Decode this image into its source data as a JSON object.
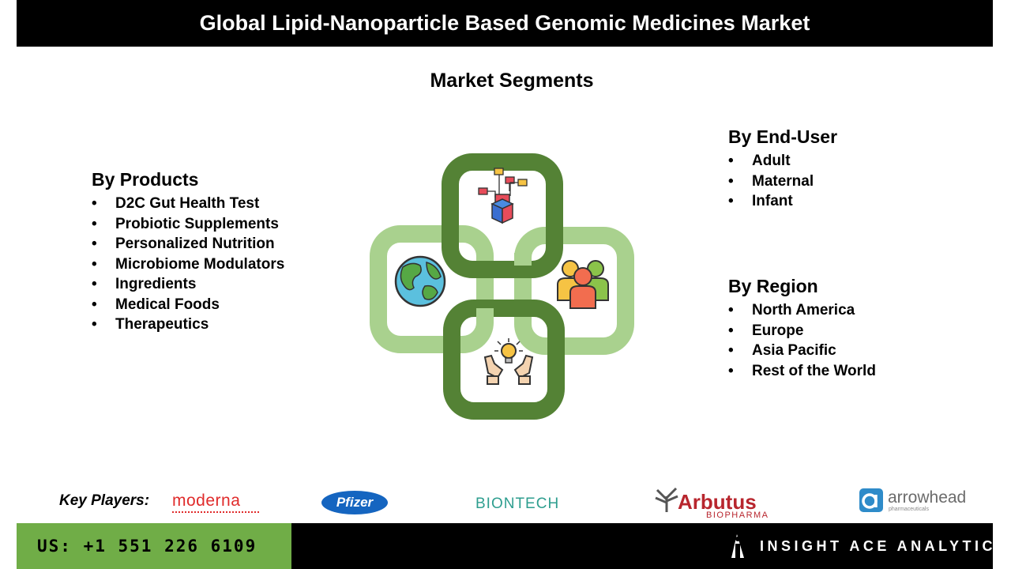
{
  "title": "Global Lipid-Nanoparticle Based Genomic Medicines Market",
  "segments_heading": "Market Segments",
  "segments": {
    "products": {
      "heading": "By Products",
      "items": [
        "D2C Gut Health Test",
        "Probiotic Supplements",
        "Personalized Nutrition",
        "Microbiome Modulators",
        "Ingredients",
        "Medical Foods",
        "Therapeutics"
      ]
    },
    "end_user": {
      "heading": "By End-User",
      "items": [
        "Adult",
        "Maternal",
        "Infant"
      ]
    },
    "region": {
      "heading": "By Region",
      "items": [
        "North America",
        "Europe",
        "Asia Pacific",
        "Rest of the World"
      ]
    }
  },
  "diagram": {
    "icons": [
      "cube-network-icon",
      "globe-icon",
      "people-group-icon",
      "hands-lightbulb-icon"
    ],
    "colors": {
      "dark_green": "#548235",
      "light_green": "#a9d18e"
    }
  },
  "key_players": {
    "label": "Key Players:",
    "logos": {
      "moderna": "moderna",
      "pfizer": "Pfizer",
      "biontech": "BIONTECH",
      "arbutus": "Arbutus",
      "arbutus_sub": "BIOPHARMA",
      "arrowhead": "arrowhead",
      "arrowhead_sub": "pharmaceuticals"
    }
  },
  "footer": {
    "phone": "US: +1 551 226 6109",
    "brand": "INSIGHT ACE ANALYTIC",
    "phone_bg": "#70ad47"
  }
}
